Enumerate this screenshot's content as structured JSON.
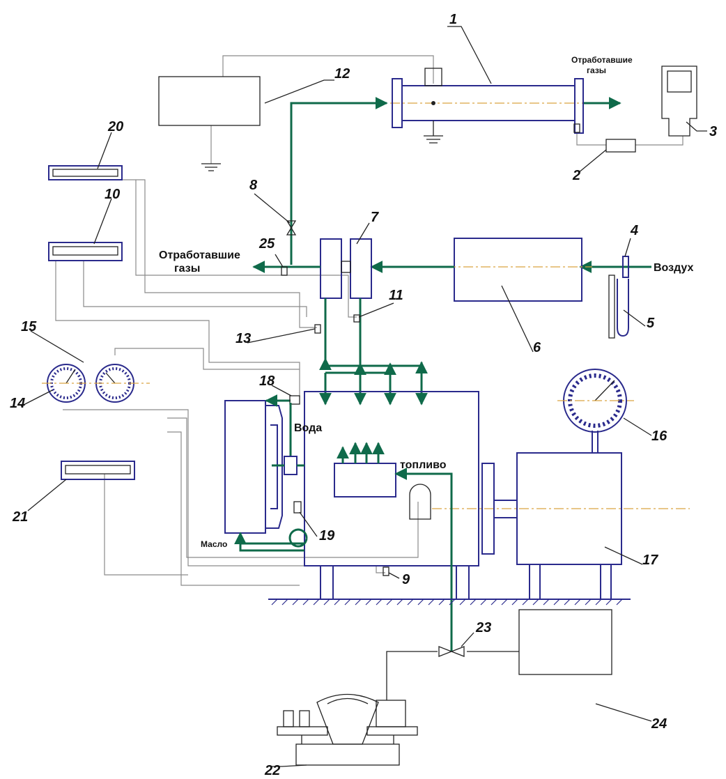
{
  "labels": {
    "exhaust_top": [
      "Отработавшие",
      "газы"
    ],
    "exhaust_left": [
      "Отработавшие",
      "газы"
    ],
    "air": "Воздух",
    "water": "Вода",
    "fuel": "топливо",
    "oil": "Масло"
  },
  "callouts": [
    "1",
    "2",
    "3",
    "4",
    "5",
    "6",
    "7",
    "8",
    "9",
    "10",
    "11",
    "12",
    "13",
    "14",
    "15",
    "16",
    "17",
    "18",
    "19",
    "20",
    "21",
    "22",
    "23",
    "24",
    "25"
  ],
  "colors": {
    "pipe": "#0f6a4a",
    "outline": "#2a2a8c",
    "signal": "#8a8a8a",
    "axis": "#d9a441"
  }
}
